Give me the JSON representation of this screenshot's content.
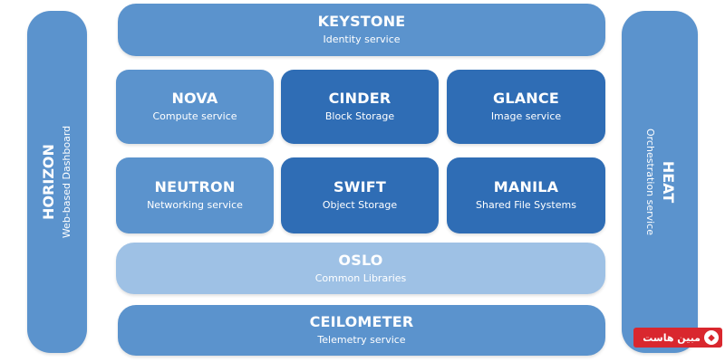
{
  "side_left": {
    "title": "HORIZON",
    "subtitle": "Web-based Dashboard"
  },
  "side_right": {
    "title": "HEAT",
    "subtitle": "Orchestration service"
  },
  "keystone": {
    "title": "KEYSTONE",
    "subtitle": "Identity service"
  },
  "row1": [
    {
      "title": "NOVA",
      "subtitle": "Compute service"
    },
    {
      "title": "CINDER",
      "subtitle": "Block Storage"
    },
    {
      "title": "GLANCE",
      "subtitle": "Image service"
    }
  ],
  "row2": [
    {
      "title": "NEUTRON",
      "subtitle": "Networking service"
    },
    {
      "title": "SWIFT",
      "subtitle": "Object Storage"
    },
    {
      "title": "MANILA",
      "subtitle": "Shared File Systems"
    }
  ],
  "oslo": {
    "title": "OSLO",
    "subtitle": "Common Libraries"
  },
  "ceilometer": {
    "title": "CEILOMETER",
    "subtitle": "Telemetry service"
  },
  "watermark": {
    "text": "مبین هاست"
  },
  "colors": {
    "mid": "#5b93cd",
    "dark": "#2f6db5",
    "light": "#9ec1e5",
    "watermark": "#d9272e"
  }
}
